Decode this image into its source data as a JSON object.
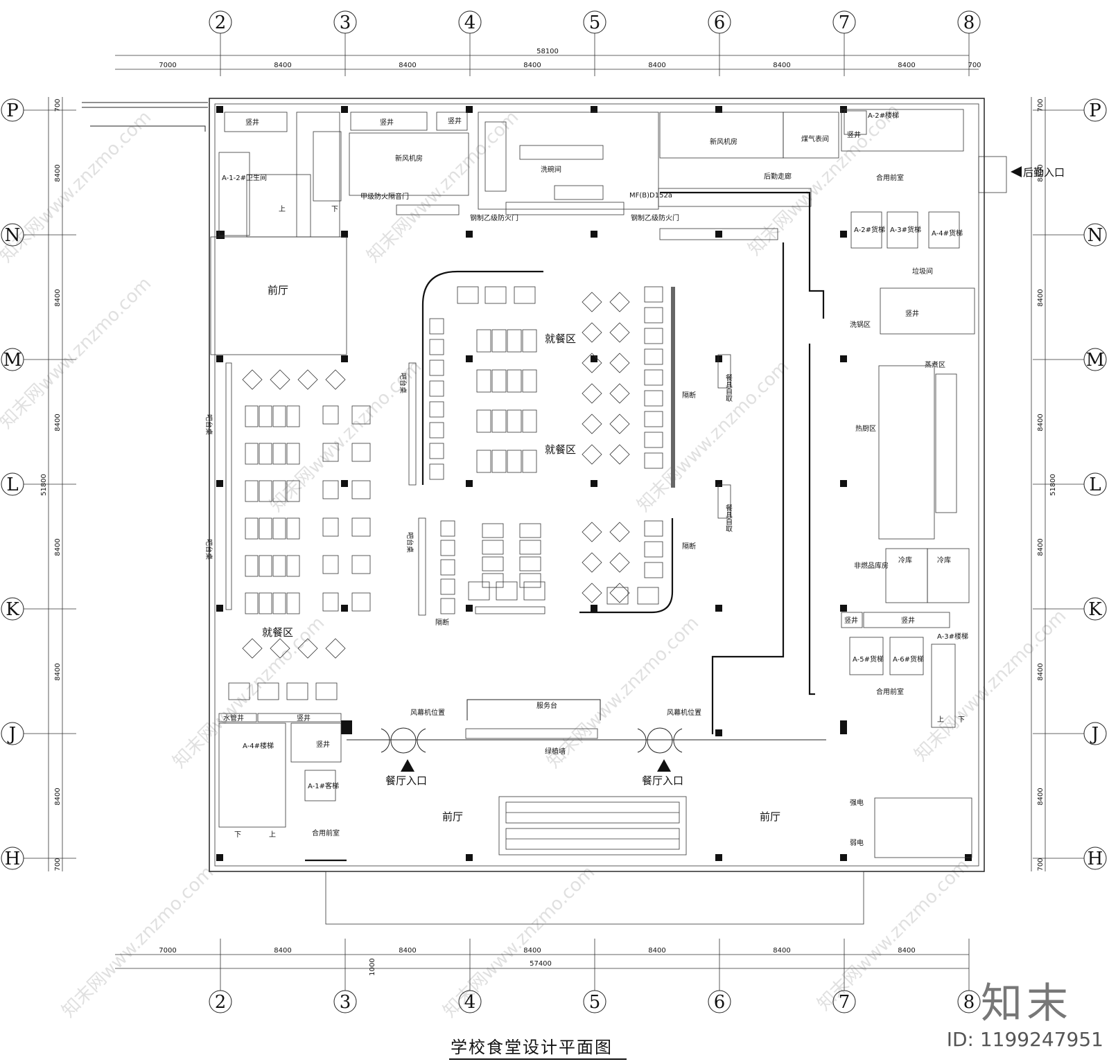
{
  "drawing_title": "学校食堂设计平面图",
  "logo_text": "知末",
  "id_label": "ID: 1199247951",
  "watermark": "知末网www.znzmo.com",
  "grid": {
    "columns": [
      "2",
      "3",
      "4",
      "5",
      "6",
      "7",
      "8"
    ],
    "rows": [
      "P",
      "N",
      "M",
      "L",
      "K",
      "J",
      "H"
    ]
  },
  "dimensions": {
    "top_total": "58100",
    "top_spans": [
      "7000",
      "8400",
      "8400",
      "8400",
      "8400",
      "8400",
      "8400",
      "700"
    ],
    "bottom_total": "57400",
    "bottom_spans": [
      "7000",
      "8400",
      "8400",
      "8400",
      "8400",
      "8400",
      "8400"
    ],
    "bottom_offset": "1000",
    "side_total": "51800",
    "side_spans": [
      "700",
      "8400",
      "8400",
      "8400",
      "8400",
      "8400",
      "8400",
      "700"
    ]
  },
  "rooms": {
    "shaft": "竖井",
    "fresh_air_room": "新风机房",
    "dishwashing": "洗碗间",
    "gas_meter": "煤气表间",
    "back_corridor": "后勤走廊",
    "shared_lobby": "合用前室",
    "garbage": "垃圾间",
    "pot_washing": "洗锅区",
    "steaming": "蒸煮区",
    "hot_kitchen": "热厨区",
    "cold_storage": "冷库",
    "nonflammable_store": "非燃品库房",
    "front_hall": "前厅",
    "dining_area": "就餐区",
    "bar_table": "吧台桌",
    "partition": "隔断",
    "self_service_utensils": "餐具自取",
    "service_counter": "服务台",
    "green_wall": "绿植墙",
    "air_curtain": "风幕机位置",
    "restaurant_entrance": "餐厅入口",
    "logistics_entrance": "后勤入口",
    "strong_current": "强电",
    "weak_current": "弱电",
    "water_pipe_well": "水管井",
    "toilet": "A-1-2#卫生间",
    "fire_door_a": "甲级防火隔音门",
    "fire_door_b": "钢制乙级防火门",
    "fire_door_code": "MF(B)D152a",
    "up": "上",
    "down": "下"
  },
  "elevators": {
    "a2_stair": "A-2#楼梯",
    "a2_lift": "A-2#货梯",
    "a3_lift": "A-3#货梯",
    "a4_lift": "A-4#货梯",
    "a3_stair": "A-3#楼梯",
    "a5_lift": "A-5#货梯",
    "a6_lift": "A-6#货梯",
    "a4_stair": "A-4#楼梯",
    "a1_lift": "A-1#客梯"
  }
}
